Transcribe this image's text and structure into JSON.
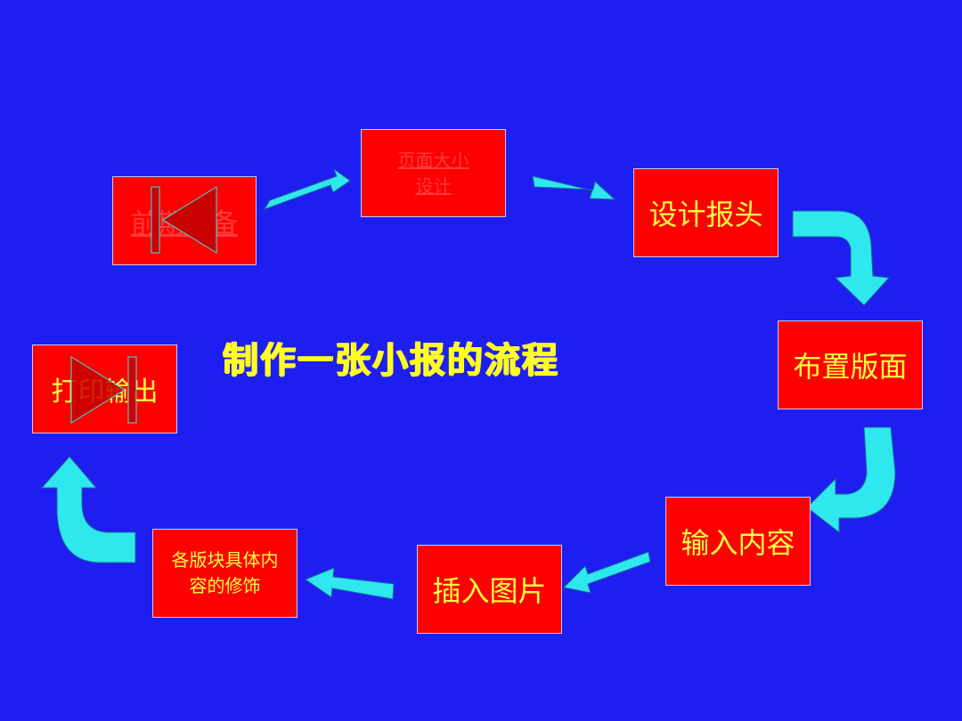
{
  "title": "制作一张小报的流程",
  "steps": {
    "prep": "前期准备",
    "page_size": "页面大小\n设计",
    "header": "设计报头",
    "layout": "布置版面",
    "content": "输入内容",
    "picture": "插入图片",
    "decoration": "各版块具体内\n容的修饰",
    "print": "打印输出"
  },
  "colors": {
    "background": "#1e1ef0",
    "box_fill": "#ff0000",
    "box_text": "#ffff40",
    "arrow": "#2ee8ee",
    "title": "#ffff20"
  },
  "icons": {
    "prev": "previous-track-icon",
    "next": "next-track-icon"
  }
}
